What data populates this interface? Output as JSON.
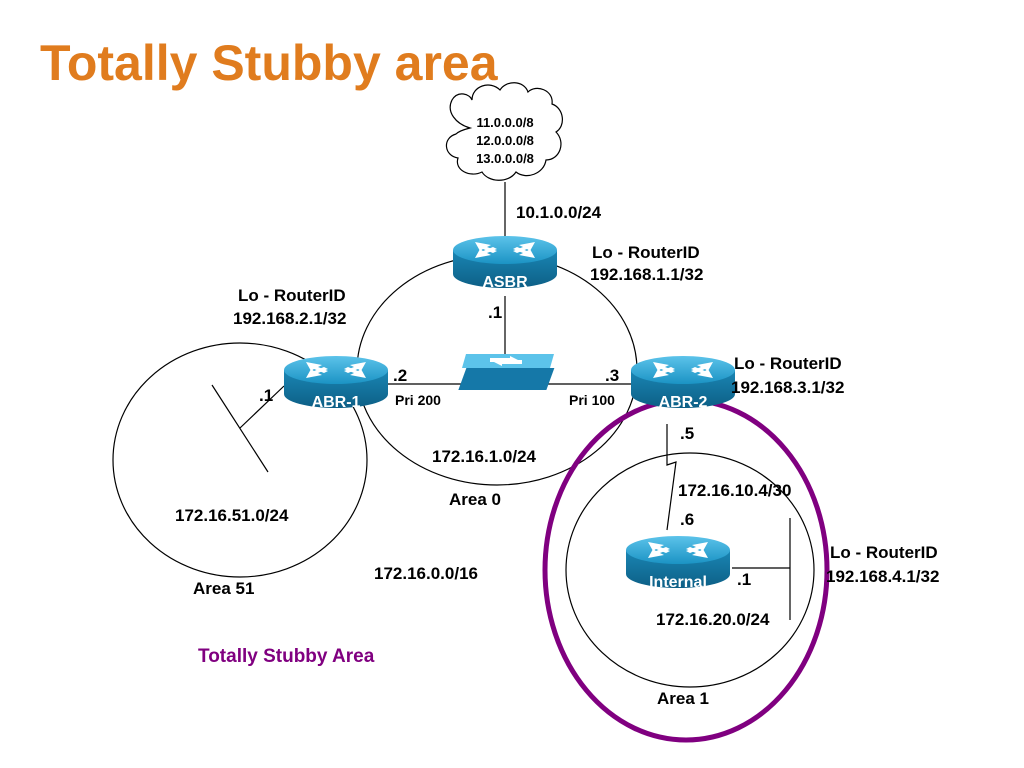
{
  "title": "Totally Stubby area",
  "cloud_routes": [
    "11.0.0.0/8",
    "12.0.0.0/8",
    "13.0.0.0/8"
  ],
  "asbr_uplink": "10.1.0.0/24",
  "routers": {
    "asbr": {
      "label": "ASBR",
      "lo_title": "Lo - RouterID",
      "lo_addr": "192.168.1.1/32",
      "if_addr": ".1"
    },
    "abr1": {
      "label": "ABR-1",
      "lo_title": "Lo - RouterID",
      "lo_addr": "192.168.2.1/32",
      "if_addr_area0": ".2",
      "if_addr_area51": ".1",
      "priority": "Pri 200"
    },
    "abr2": {
      "label": "ABR-2",
      "lo_title": "Lo - RouterID",
      "lo_addr": "192.168.3.1/32",
      "if_addr_area0": ".3",
      "if_addr_serial": ".5",
      "priority": "Pri 100"
    },
    "internal": {
      "label": "Internal",
      "lo_title": "Lo - RouterID",
      "lo_addr": "192.168.4.1/32",
      "if_addr_serial": ".6",
      "if_addr_lan": ".1"
    }
  },
  "networks": {
    "area0_lan": "172.16.1.0/24",
    "area51_lan": "172.16.51.0/24",
    "serial_link": "172.16.10.4/30",
    "area1_lan": "172.16.20.0/24",
    "summary": "172.16.0.0/16"
  },
  "areas": {
    "area0": "Area 0",
    "area51": "Area 51",
    "area1": "Area 1"
  },
  "stubby_label": "Totally Stubby Area",
  "colors": {
    "title": "#e07c1e",
    "stubby": "#800080",
    "router": "#1a8fc0"
  }
}
